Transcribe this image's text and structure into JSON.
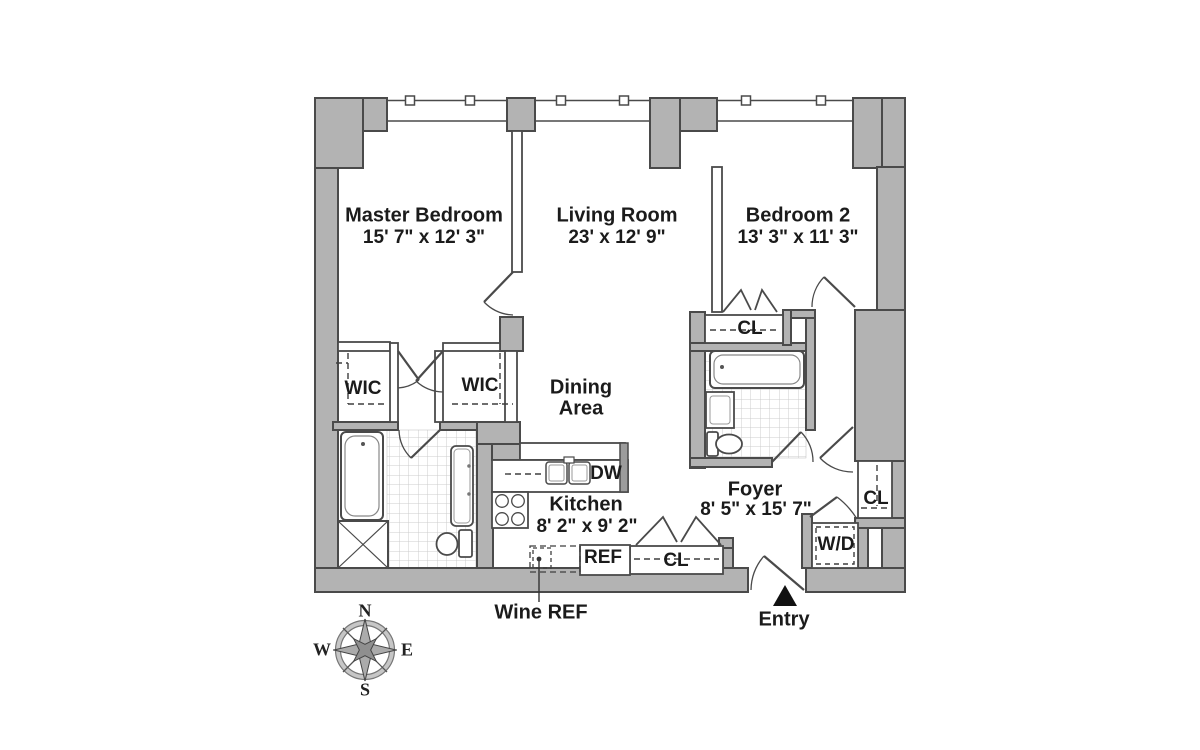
{
  "floor_plan": {
    "rooms": {
      "master_bedroom": {
        "name": "Master Bedroom",
        "dims": "15' 7\" x 12' 3\""
      },
      "living_room": {
        "name": "Living Room",
        "dims": "23' x 12' 9\""
      },
      "bedroom_2": {
        "name": "Bedroom 2",
        "dims": "13' 3\" x 11' 3\""
      },
      "dining_area": {
        "line1": "Dining",
        "line2": "Area"
      },
      "kitchen": {
        "name": "Kitchen",
        "dims": "8' 2\" x 9' 2\""
      },
      "foyer": {
        "name": "Foyer",
        "dims": "8' 5\" x 15' 7\""
      }
    },
    "closets": {
      "wic_left": "WIC",
      "wic_right": "WIC",
      "cl_bedroom2": "CL",
      "cl_kitchen": "CL",
      "cl_foyer": "CL"
    },
    "labels": {
      "dw": "DW",
      "ref": "REF",
      "wine_ref": "Wine REF",
      "wd": "W/D",
      "entry": "Entry"
    },
    "compass": {
      "n": "N",
      "e": "E",
      "s": "S",
      "w": "W"
    },
    "colors": {
      "wall_fill": "#b3b3b3",
      "wall_outline": "#4a4a4a",
      "tile_grid": "#cccccc",
      "text": "#1b1b1b",
      "entry_arrow": "#111111"
    }
  }
}
